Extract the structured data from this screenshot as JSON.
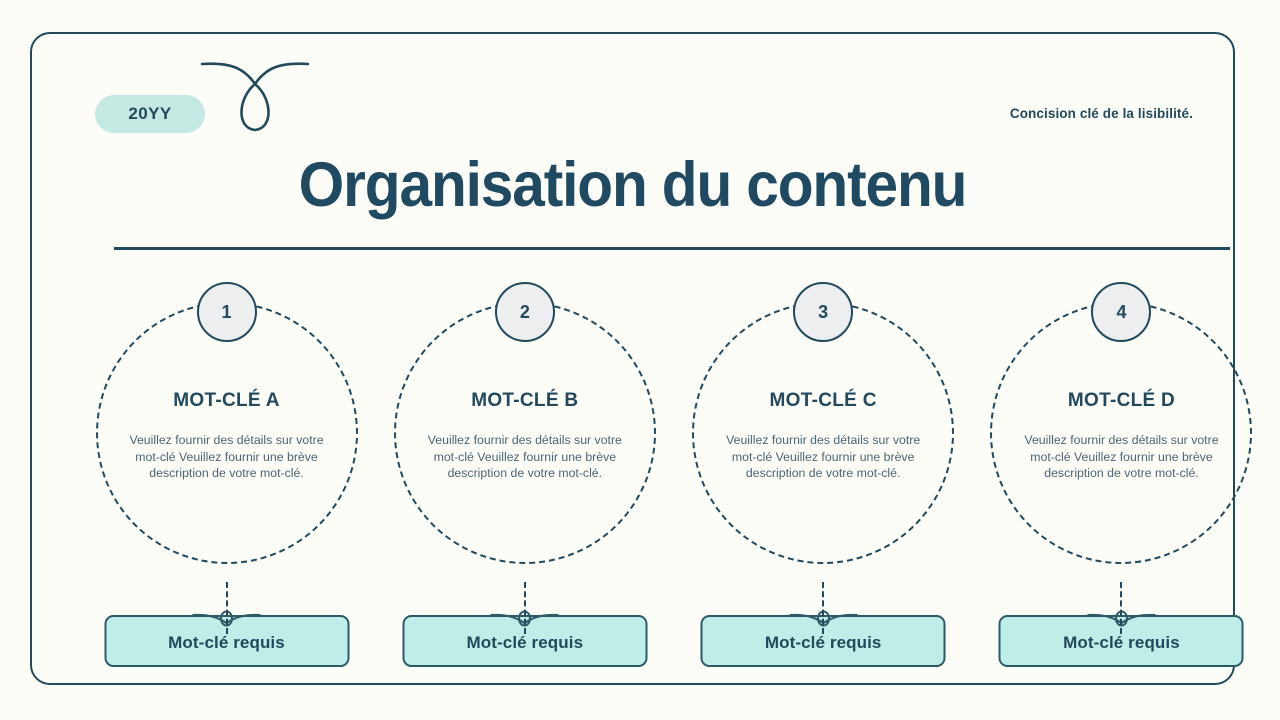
{
  "header": {
    "year_badge": "20YY",
    "tagline": "Concision clé de la lisibilité.",
    "title": "Organisation du contenu"
  },
  "theme": {
    "background": "#fdfdf7",
    "ink": "#22495c",
    "accent_mint": "#bfeee8",
    "pill_mint": "#c3e9e2",
    "badge_fill": "#eceeef",
    "body_text": "#4b6472"
  },
  "columns": [
    {
      "number": "1",
      "keyword": "MOT-CLÉ A",
      "description": "Veuillez fournir des détails sur votre mot-clé Veuillez fournir une brève description de votre mot-clé.",
      "chip": "Mot-clé requis"
    },
    {
      "number": "2",
      "keyword": "MOT-CLÉ B",
      "description": "Veuillez fournir des détails sur votre mot-clé Veuillez fournir une brève description de votre mot-clé.",
      "chip": "Mot-clé requis"
    },
    {
      "number": "3",
      "keyword": "MOT-CLÉ C",
      "description": "Veuillez fournir des détails sur votre mot-clé Veuillez fournir une brève description de votre mot-clé.",
      "chip": "Mot-clé requis"
    },
    {
      "number": "4",
      "keyword": "MOT-CLÉ D",
      "description": "Veuillez fournir des détails sur votre mot-clé Veuillez fournir une brève description de votre mot-clé.",
      "chip": "Mot-clé requis"
    }
  ]
}
